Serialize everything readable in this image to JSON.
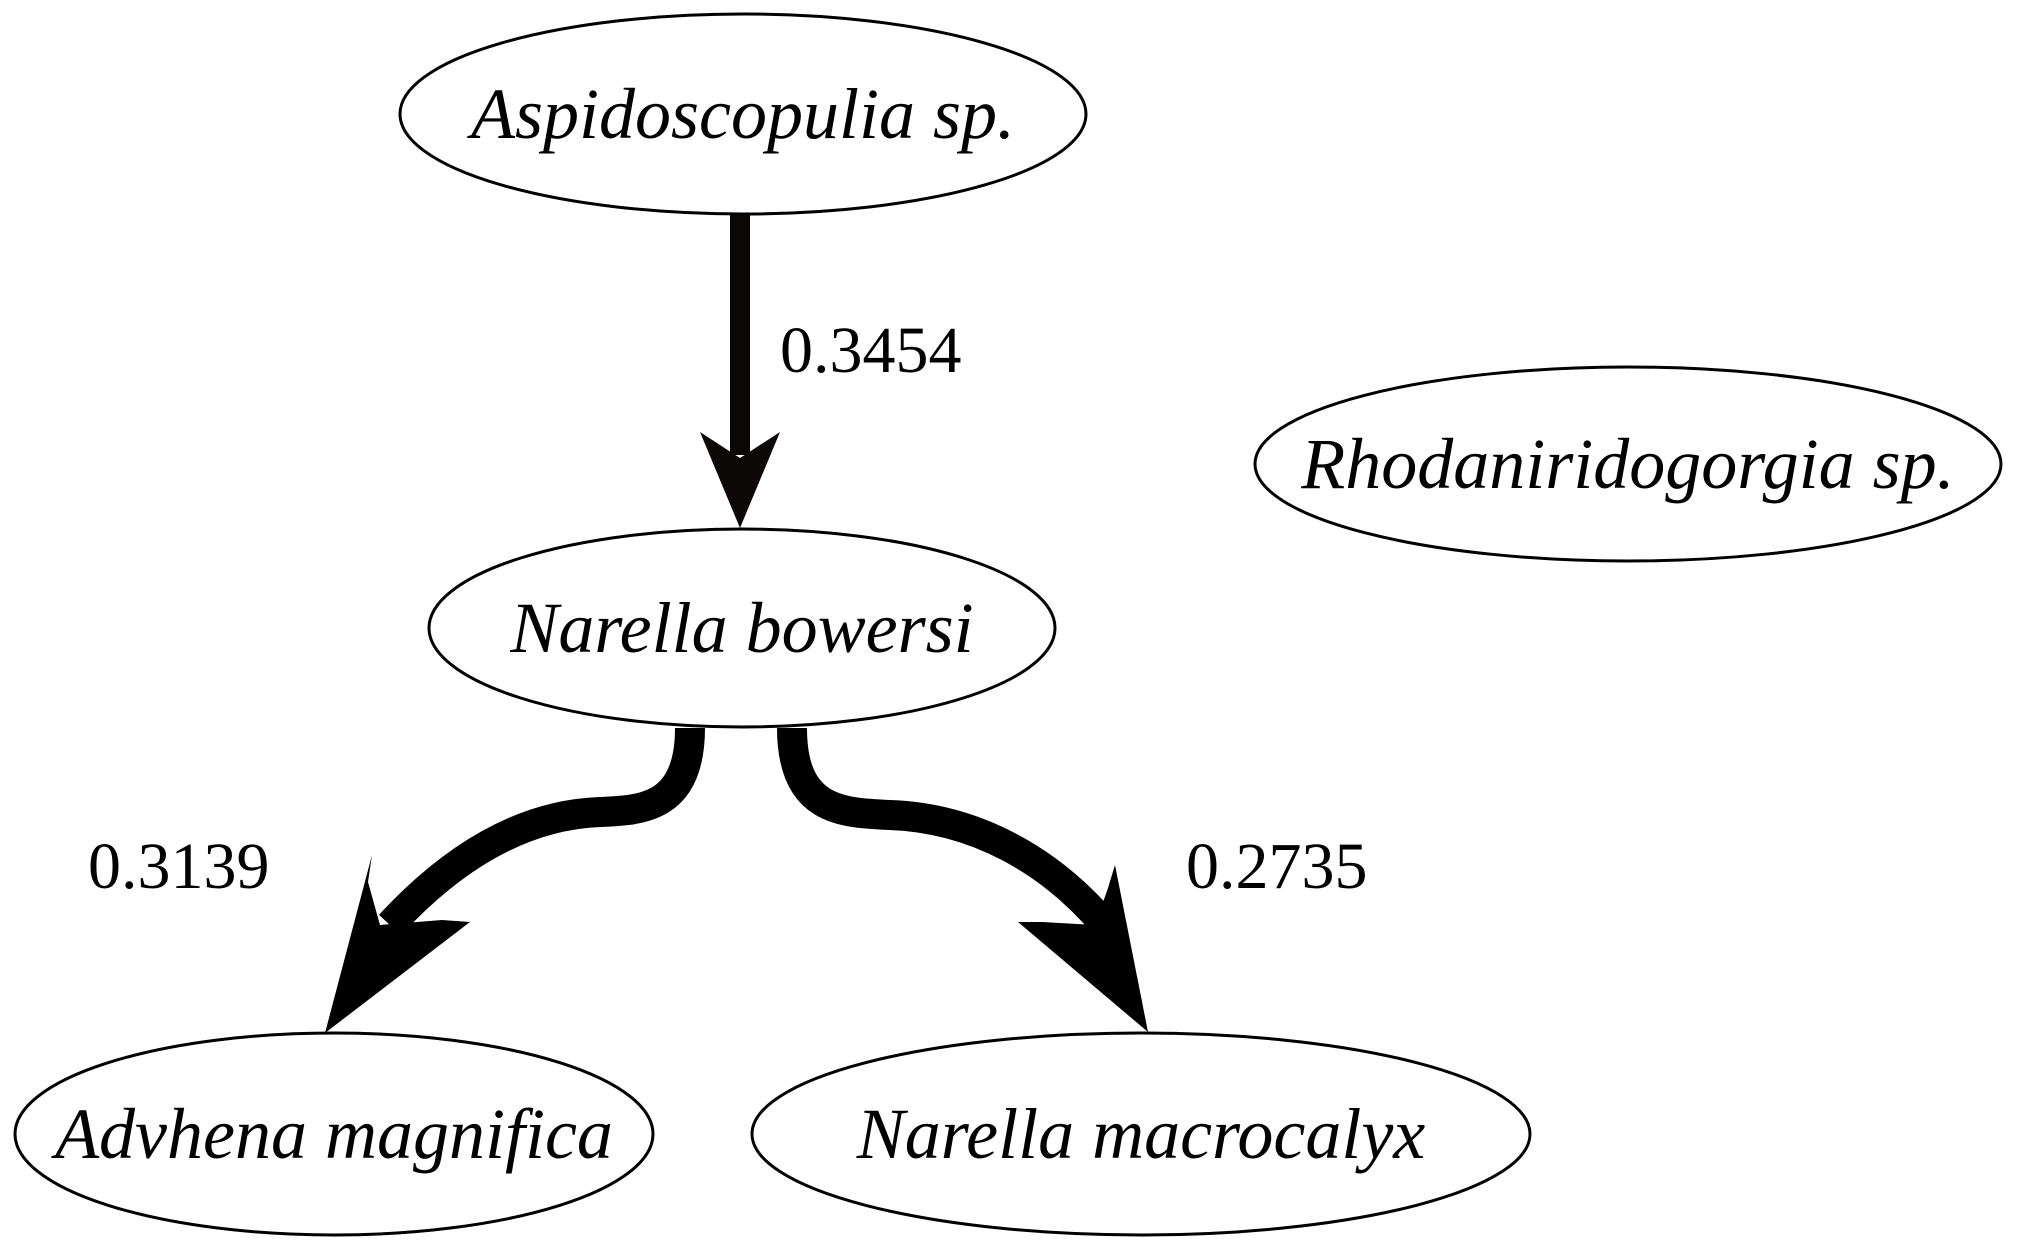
{
  "diagram": {
    "nodes": [
      {
        "id": "aspidoscopulia",
        "label": "Aspidoscopulia sp."
      },
      {
        "id": "narella_bowersi",
        "label": "Narella bowersi"
      },
      {
        "id": "rhodaniridogorgia",
        "label": "Rhodaniridogorgia sp."
      },
      {
        "id": "advhena",
        "label": "Advhena magnifica"
      },
      {
        "id": "narella_macrocalyx",
        "label": "Narella macrocalyx"
      }
    ],
    "edges": [
      {
        "id": "e1",
        "from": "aspidoscopulia",
        "to": "narella_bowersi",
        "weight": "0.3454"
      },
      {
        "id": "e2",
        "from": "narella_bowersi",
        "to": "advhena",
        "weight": "0.3139"
      },
      {
        "id": "e3",
        "from": "narella_bowersi",
        "to": "narella_macrocalyx",
        "weight": "0.2735"
      }
    ],
    "colors": {
      "edge": "#0d0808",
      "node_stroke": "#000000",
      "background": "#ffffff"
    }
  }
}
